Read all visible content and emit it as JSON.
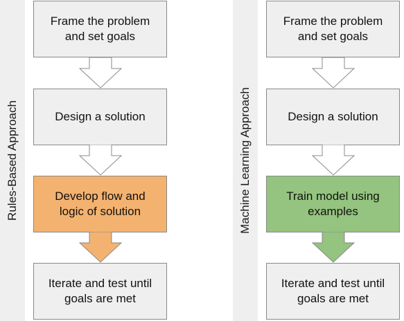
{
  "left": {
    "side_label": "Rules-Based Approach",
    "steps": [
      "Frame the problem\nand set goals",
      "Design a solution",
      "Develop flow and\nlogic of solution",
      "Iterate and test until\ngoals are met"
    ],
    "highlight_color": "#f4b270"
  },
  "right": {
    "side_label": "Machine Learning Approach",
    "steps": [
      "Frame the problem\nand set goals",
      "Design a solution",
      "Train model using\nexamples",
      "Iterate and test until\ngoals are met"
    ],
    "highlight_color": "#94c47f"
  },
  "box_color": "#efefef",
  "border_color": "#888888"
}
